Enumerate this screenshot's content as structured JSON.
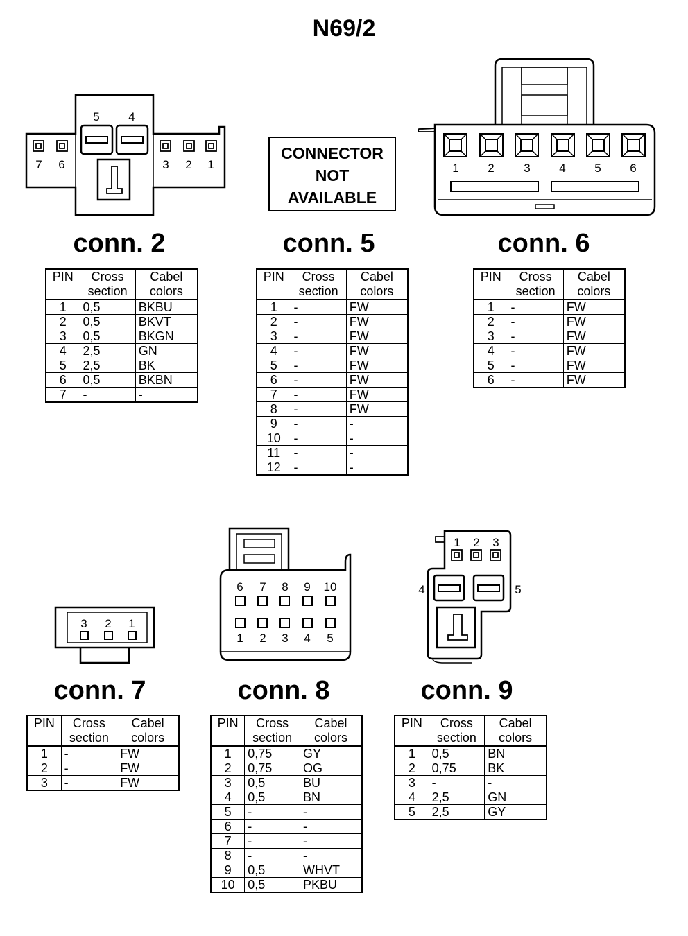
{
  "title": "N69/2",
  "table_headers": {
    "pin": "PIN",
    "cross": "Cross section",
    "colors": "Cabel colors"
  },
  "connectors": {
    "c2": {
      "label": "conn. 2",
      "pin_labels": [
        "7",
        "6",
        "5",
        "4",
        "3",
        "2",
        "1"
      ],
      "rows": [
        {
          "pin": "1",
          "cross": "0,5",
          "color": "BKBU"
        },
        {
          "pin": "2",
          "cross": "0,5",
          "color": "BKVT"
        },
        {
          "pin": "3",
          "cross": "0,5",
          "color": "BKGN"
        },
        {
          "pin": "4",
          "cross": "2,5",
          "color": "GN"
        },
        {
          "pin": "5",
          "cross": "2,5",
          "color": "BK"
        },
        {
          "pin": "6",
          "cross": "0,5",
          "color": "BKBN"
        },
        {
          "pin": "7",
          "cross": "-",
          "color": "-"
        }
      ]
    },
    "c5": {
      "label": "conn. 5",
      "not_available": "CONNECTOR NOT AVAILABLE",
      "rows": [
        {
          "pin": "1",
          "cross": "-",
          "color": "FW"
        },
        {
          "pin": "2",
          "cross": "-",
          "color": "FW"
        },
        {
          "pin": "3",
          "cross": "-",
          "color": "FW"
        },
        {
          "pin": "4",
          "cross": "-",
          "color": "FW"
        },
        {
          "pin": "5",
          "cross": "-",
          "color": "FW"
        },
        {
          "pin": "6",
          "cross": "-",
          "color": "FW"
        },
        {
          "pin": "7",
          "cross": "-",
          "color": "FW"
        },
        {
          "pin": "8",
          "cross": "-",
          "color": "FW"
        },
        {
          "pin": "9",
          "cross": "-",
          "color": "-"
        },
        {
          "pin": "10",
          "cross": "-",
          "color": "-"
        },
        {
          "pin": "11",
          "cross": "-",
          "color": "-"
        },
        {
          "pin": "12",
          "cross": "-",
          "color": "-"
        }
      ]
    },
    "c6": {
      "label": "conn. 6",
      "pin_labels": [
        "1",
        "2",
        "3",
        "4",
        "5",
        "6"
      ],
      "rows": [
        {
          "pin": "1",
          "cross": "-",
          "color": "FW"
        },
        {
          "pin": "2",
          "cross": "-",
          "color": "FW"
        },
        {
          "pin": "3",
          "cross": "-",
          "color": "FW"
        },
        {
          "pin": "4",
          "cross": "-",
          "color": "FW"
        },
        {
          "pin": "5",
          "cross": "-",
          "color": "FW"
        },
        {
          "pin": "6",
          "cross": "-",
          "color": "FW"
        }
      ]
    },
    "c7": {
      "label": "conn. 7",
      "pin_labels": [
        "3",
        "2",
        "1"
      ],
      "rows": [
        {
          "pin": "1",
          "cross": "-",
          "color": "FW"
        },
        {
          "pin": "2",
          "cross": "-",
          "color": "FW"
        },
        {
          "pin": "3",
          "cross": "-",
          "color": "FW"
        }
      ]
    },
    "c8": {
      "label": "conn. 8",
      "pin_labels_top": [
        "6",
        "7",
        "8",
        "9",
        "10"
      ],
      "pin_labels_bottom": [
        "1",
        "2",
        "3",
        "4",
        "5"
      ],
      "rows": [
        {
          "pin": "1",
          "cross": "0,75",
          "color": "GY"
        },
        {
          "pin": "2",
          "cross": "0,75",
          "color": "OG"
        },
        {
          "pin": "3",
          "cross": "0,5",
          "color": "BU"
        },
        {
          "pin": "4",
          "cross": "0,5",
          "color": "BN"
        },
        {
          "pin": "5",
          "cross": "-",
          "color": "-"
        },
        {
          "pin": "6",
          "cross": "-",
          "color": "-"
        },
        {
          "pin": "7",
          "cross": "-",
          "color": "-"
        },
        {
          "pin": "8",
          "cross": "-",
          "color": "-"
        },
        {
          "pin": "9",
          "cross": "0,5",
          "color": "WHVT"
        },
        {
          "pin": "10",
          "cross": "0,5",
          "color": "PKBU"
        }
      ]
    },
    "c9": {
      "label": "conn. 9",
      "pin_labels": [
        "1",
        "2",
        "3",
        "4",
        "5"
      ],
      "rows": [
        {
          "pin": "1",
          "cross": "0,5",
          "color": "BN"
        },
        {
          "pin": "2",
          "cross": "0,75",
          "color": "BK"
        },
        {
          "pin": "3",
          "cross": "-",
          "color": "-"
        },
        {
          "pin": "4",
          "cross": "2,5",
          "color": "GN"
        },
        {
          "pin": "5",
          "cross": "2,5",
          "color": "GY"
        }
      ]
    }
  }
}
